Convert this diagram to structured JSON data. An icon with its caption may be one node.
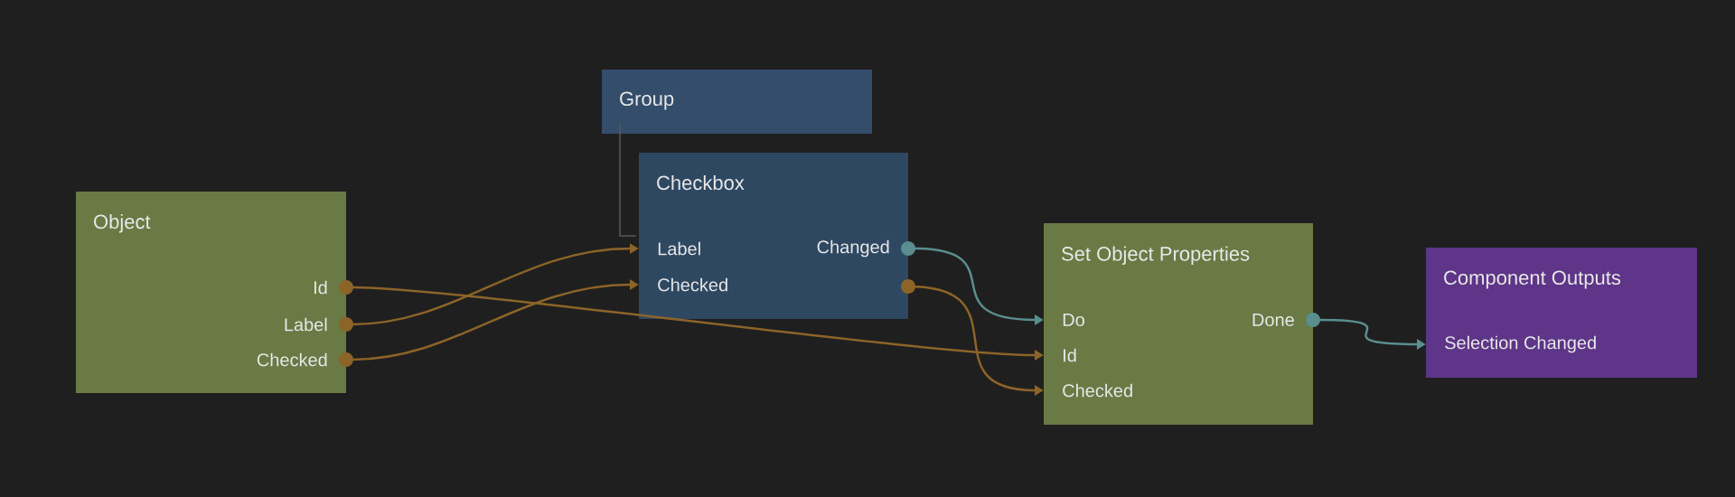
{
  "diagram": {
    "nodes": [
      {
        "text": [
          "Object"
        ]
      },
      {
        "text": [
          "Id"
        ],
        "in": 0
      },
      {
        "text": [
          "Label"
        ],
        "in": 0
      },
      {
        "text": [
          "Checked"
        ],
        "in": 0
      },
      {
        "text": [
          "Group"
        ]
      },
      {
        "text": [
          "Checkbox"
        ]
      },
      {
        "text": [
          "Label"
        ],
        "in": 5
      },
      {
        "text": [
          "Checked"
        ],
        "in": 5
      },
      {
        "text": [
          "Changed"
        ],
        "in": 5
      },
      {
        "text": [],
        "shape": "circle",
        "in": 5
      },
      {
        "text": [
          "Set Object Properties"
        ]
      },
      {
        "text": [
          "Do"
        ],
        "in": 10
      },
      {
        "text": [
          "Id"
        ],
        "in": 10
      },
      {
        "text": [
          "Checked"
        ],
        "in": 10
      },
      {
        "text": [
          "Done"
        ],
        "in": 10
      },
      {
        "text": [
          "Component Outputs"
        ]
      },
      {
        "text": [
          "Selection Changed"
        ],
        "in": 15
      }
    ],
    "edges": [
      {
        "from": 4,
        "to": 5,
        "arrow": "none",
        "color": "#5a5a5a"
      },
      {
        "from": 1,
        "to": 12,
        "arrow": "to"
      },
      {
        "from": 2,
        "to": 6,
        "arrow": "to"
      },
      {
        "from": 3,
        "to": 7,
        "arrow": "to"
      },
      {
        "from": 8,
        "to": 11,
        "arrow": "to",
        "color": "#5b8e8e"
      },
      {
        "from": 9,
        "to": 13,
        "arrow": "to"
      },
      {
        "from": 14,
        "to": 16,
        "arrow": "to",
        "color": "#5b8e8e"
      }
    ]
  }
}
